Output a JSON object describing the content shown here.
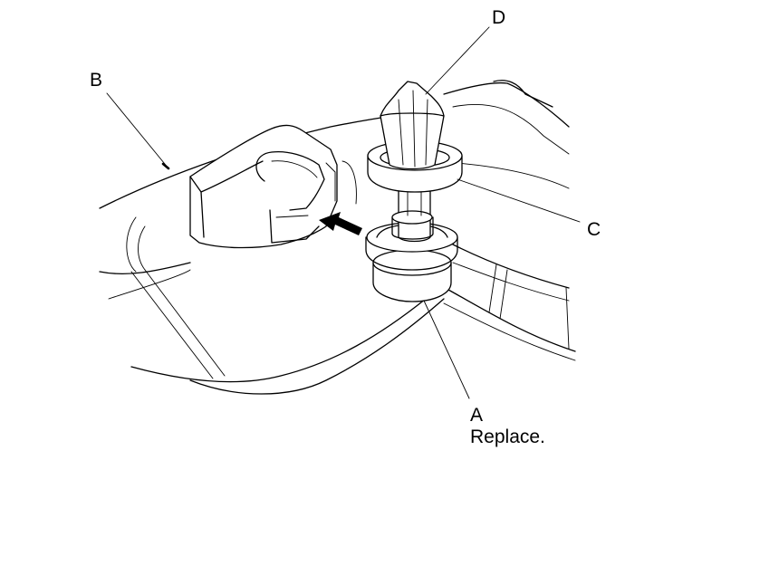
{
  "figure": {
    "callouts": {
      "a": {
        "letter": "A",
        "note": "Replace."
      },
      "b": {
        "letter": "B"
      },
      "c": {
        "letter": "C"
      },
      "d": {
        "letter": "D"
      }
    },
    "line_color": "#000000",
    "background": "#ffffff"
  }
}
